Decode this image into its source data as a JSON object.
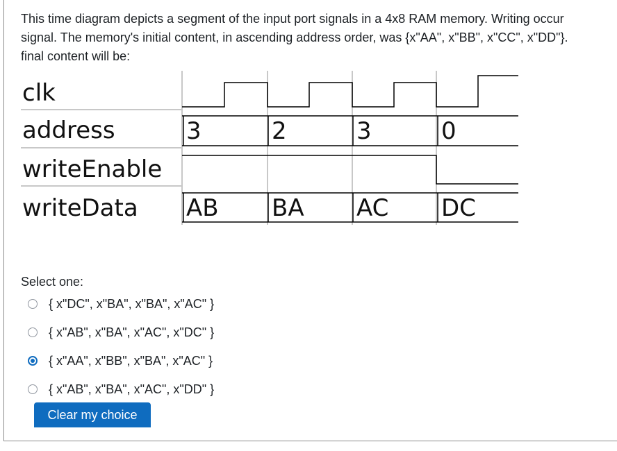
{
  "question": {
    "text": "This time diagram depicts a segment of the input port signals in a 4x8 RAM memory. Writing occur\nsignal. The memory's initial content, in ascending address order, was {x\"AA\", x\"BB\", x\"CC\", x\"DD\"}.\nfinal content will be:"
  },
  "diagram": {
    "signals": [
      "clk",
      "address",
      "writeEnable",
      "writeData"
    ],
    "address_values": [
      "3",
      "2",
      "3",
      "0"
    ],
    "writedata_values": [
      "AB",
      "BA",
      "AC",
      "DC"
    ],
    "line_color": "#000000",
    "grid_color": "#c8c8c8"
  },
  "answers": {
    "prompt": "Select one:",
    "options": [
      {
        "label": "{ x\"DC\", x\"BA\", x\"BA\", x\"AC\" }",
        "selected": false
      },
      {
        "label": "{ x\"AB\", x\"BA\", x\"AC\", x\"DC\" }",
        "selected": false
      },
      {
        "label": "{ x\"AA\", x\"BB\", x\"BA\", x\"AC\" }",
        "selected": true
      },
      {
        "label": "{ x\"AB\", x\"BA\", x\"AC\", x\"DD\" }",
        "selected": false
      }
    ],
    "clear_label": "Clear my choice"
  },
  "colors": {
    "accent": "#0f6cbf",
    "text": "#1d2125"
  }
}
